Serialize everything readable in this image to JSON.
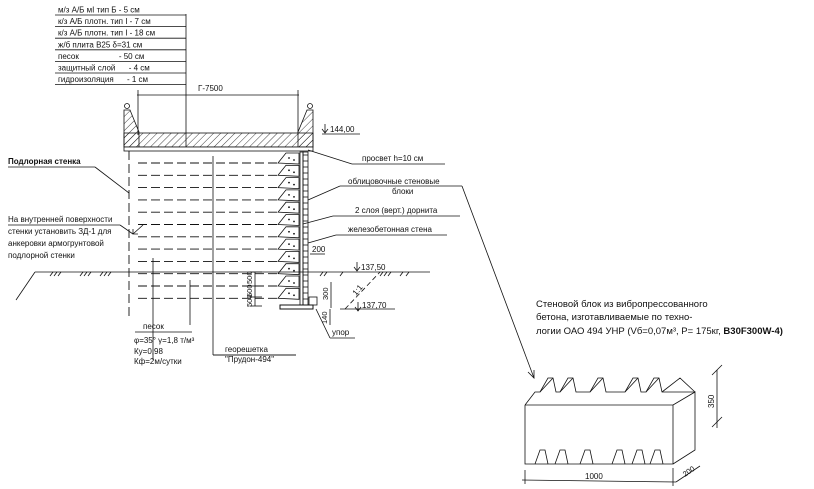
{
  "layers_table": [
    "м/з А/Б мI тип Б - 5 см",
    "к/з А/Б плотн. тип I - 7 см",
    "к/з А/Б плотн. тип I - 18 см",
    "ж/б плита В25 δ=31 см",
    "песок                  - 50 см",
    "защитный слой      - 4 см",
    "гидроизоляция      - 1 см"
  ],
  "dimensions": {
    "road_width": "Г-7500",
    "wall_offset": "200",
    "step_a": "500",
    "step_b": "600",
    "step_c": "500",
    "footing_h": "300",
    "footing_depth": "140",
    "slope": "1:1"
  },
  "elevations": {
    "top": "144,00",
    "ground": "137,50",
    "base": "137,70"
  },
  "labels": {
    "retaining_wall": "Подлорная стенка",
    "gap": "просвет h=10 см",
    "facing_1": "облицовочные стеновые",
    "facing_2": "блоки",
    "dornit": "2 слоя (верт.) дорнита",
    "rc_wall": "железобетонная стена",
    "note_1": "На внутренней поверхности",
    "note_2": "стенки установить ЗД-1 для",
    "note_3": "анкеровки армогрунтовой",
    "note_4": "подлорной стенки",
    "sand": "песок",
    "sand_p1": "φ=35° γ=1,8 т/м³",
    "sand_p2": "Ку=0,98",
    "sand_p3": "Кф=2м/сутки",
    "geogrid_1": "георешетка",
    "geogrid_2": "\"Прудон-494\"",
    "stop": "упор"
  },
  "block": {
    "caption_1": "Стеновой блок из вибропрессованного",
    "caption_2": "бетона, изготавливаемые по техно-",
    "caption_3": "логии ОАО 494 УНР (Vб=0,07м³, Р= 175кг, ",
    "caption_bold": "В30F300W-4)",
    "height": "350",
    "length": "1000",
    "width": "200"
  }
}
